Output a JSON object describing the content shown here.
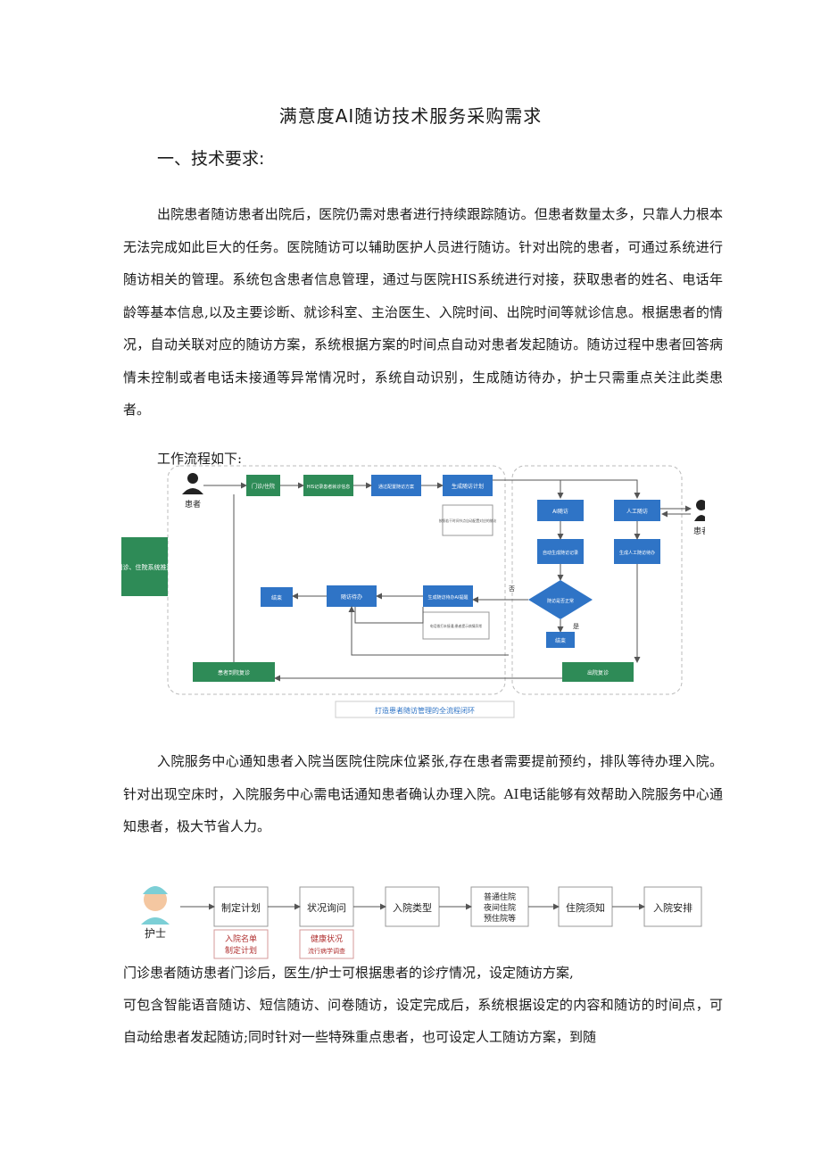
{
  "doc": {
    "title": "满意度AI随访技术服务采购需求",
    "section_heading": "一、技术要求:",
    "paragraph_1": "出院患者随访患者出院后，医院仍需对患者进行持续跟踪随访。但患者数量太多，只靠人力根本无法完成如此巨大的任务。医院随访可以辅助医护人员进行随访。针对出院的患者，可通过系统进行随访相关的管理。系统包含患者信息管理，通过与医院HIS系统进行对接，获取患者的姓名、电话年龄等基本信息,以及主要诊断、就诊科室、主治医生、入院时间、出院时间等就诊信息。根据患者的情况，自动关联对应的随访方案，系统根据方案的时间点自动对患者发起随访。随访过程中患者回答病情未控制或者电话未接通等异常情况时，系统自动识别，生成随访待办，护士只需重点关注此类患者。",
    "workflow_label": "工作流程如下:",
    "paragraph_2": "入院服务中心通知患者入院当医院住院床位紧张,存在患者需要提前预约，排队等待办理入院。针对出现空床时，入院服务中心需电话通知患者确认办理入院。AI电话能够有效帮助入院服务中心通知患者，极大节省人力。",
    "paragraph_3_line1": "门诊患者随访患者门诊后，医生/护士可根据患者的诊疗情况，设定随访方案,",
    "paragraph_3_rest": "可包含智能语音随访、短信随访、问卷随访，设定完成后，系统根据设定的内容和随访的时间点，可自动给患者发起随访;同时针对一些特殊重点患者，也可设定人工随访方案，到随"
  },
  "diagram1": {
    "patient_left": "患者",
    "patient_right": "患者",
    "side_box": "门诊、住院系统推送",
    "n1": "门诊/住院",
    "n2": "HIS记录患者就诊信息",
    "n3": "通过配置随访方案",
    "n4": "生成随访计划",
    "n4_note": "按照若干时间节点自动配置对应的随访",
    "ai": "AI随访",
    "manual": "人工随访",
    "ai_record": "自动生成随访记录",
    "manual_gen": "生成人工随访待办",
    "decision": "随访是否正常",
    "yes": "是",
    "no": "否",
    "end_bottom": "结束",
    "gen_todo": "生成随访待办AI提醒",
    "gen_todo_note": "电话拨打未接通;患者提示病情异常",
    "handle": "随访待办",
    "end_left": "结束",
    "bottom_left": "患者到院复诊",
    "bottom_right": "出院复诊",
    "caption": "打造患者随访管理的全流程闭环"
  },
  "diagram2": {
    "nurse": "护士",
    "s1": "制定计划",
    "s1_note1": "入院名单",
    "s1_note2": "制定计划",
    "s2": "状况询问",
    "s2_note1": "健康状况",
    "s2_note2": "流行病学调查",
    "s3": "入院类型",
    "s4_l1": "普通住院",
    "s4_l2": "夜间住院",
    "s4_l3": "预住院等",
    "s5": "住院须知",
    "s6": "入院安排"
  },
  "colors": {
    "green": "#2e8b57",
    "blue": "#2f74c6",
    "note_red": "#b03030"
  }
}
